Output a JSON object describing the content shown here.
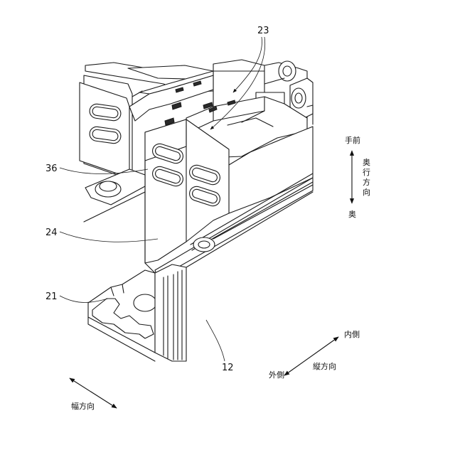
{
  "labels": {
    "ref_23": "23",
    "ref_36": "36",
    "ref_24": "24",
    "ref_21": "21",
    "ref_12": "12"
  },
  "directions": {
    "depth_front": "手前",
    "depth_axis_chars": [
      "奥",
      "行",
      "方",
      "向"
    ],
    "depth_back": "奥",
    "lengthwise_inner": "内側",
    "lengthwise_axis": "縦方向",
    "lengthwise_outer": "外側",
    "width_axis": "幅方向"
  }
}
